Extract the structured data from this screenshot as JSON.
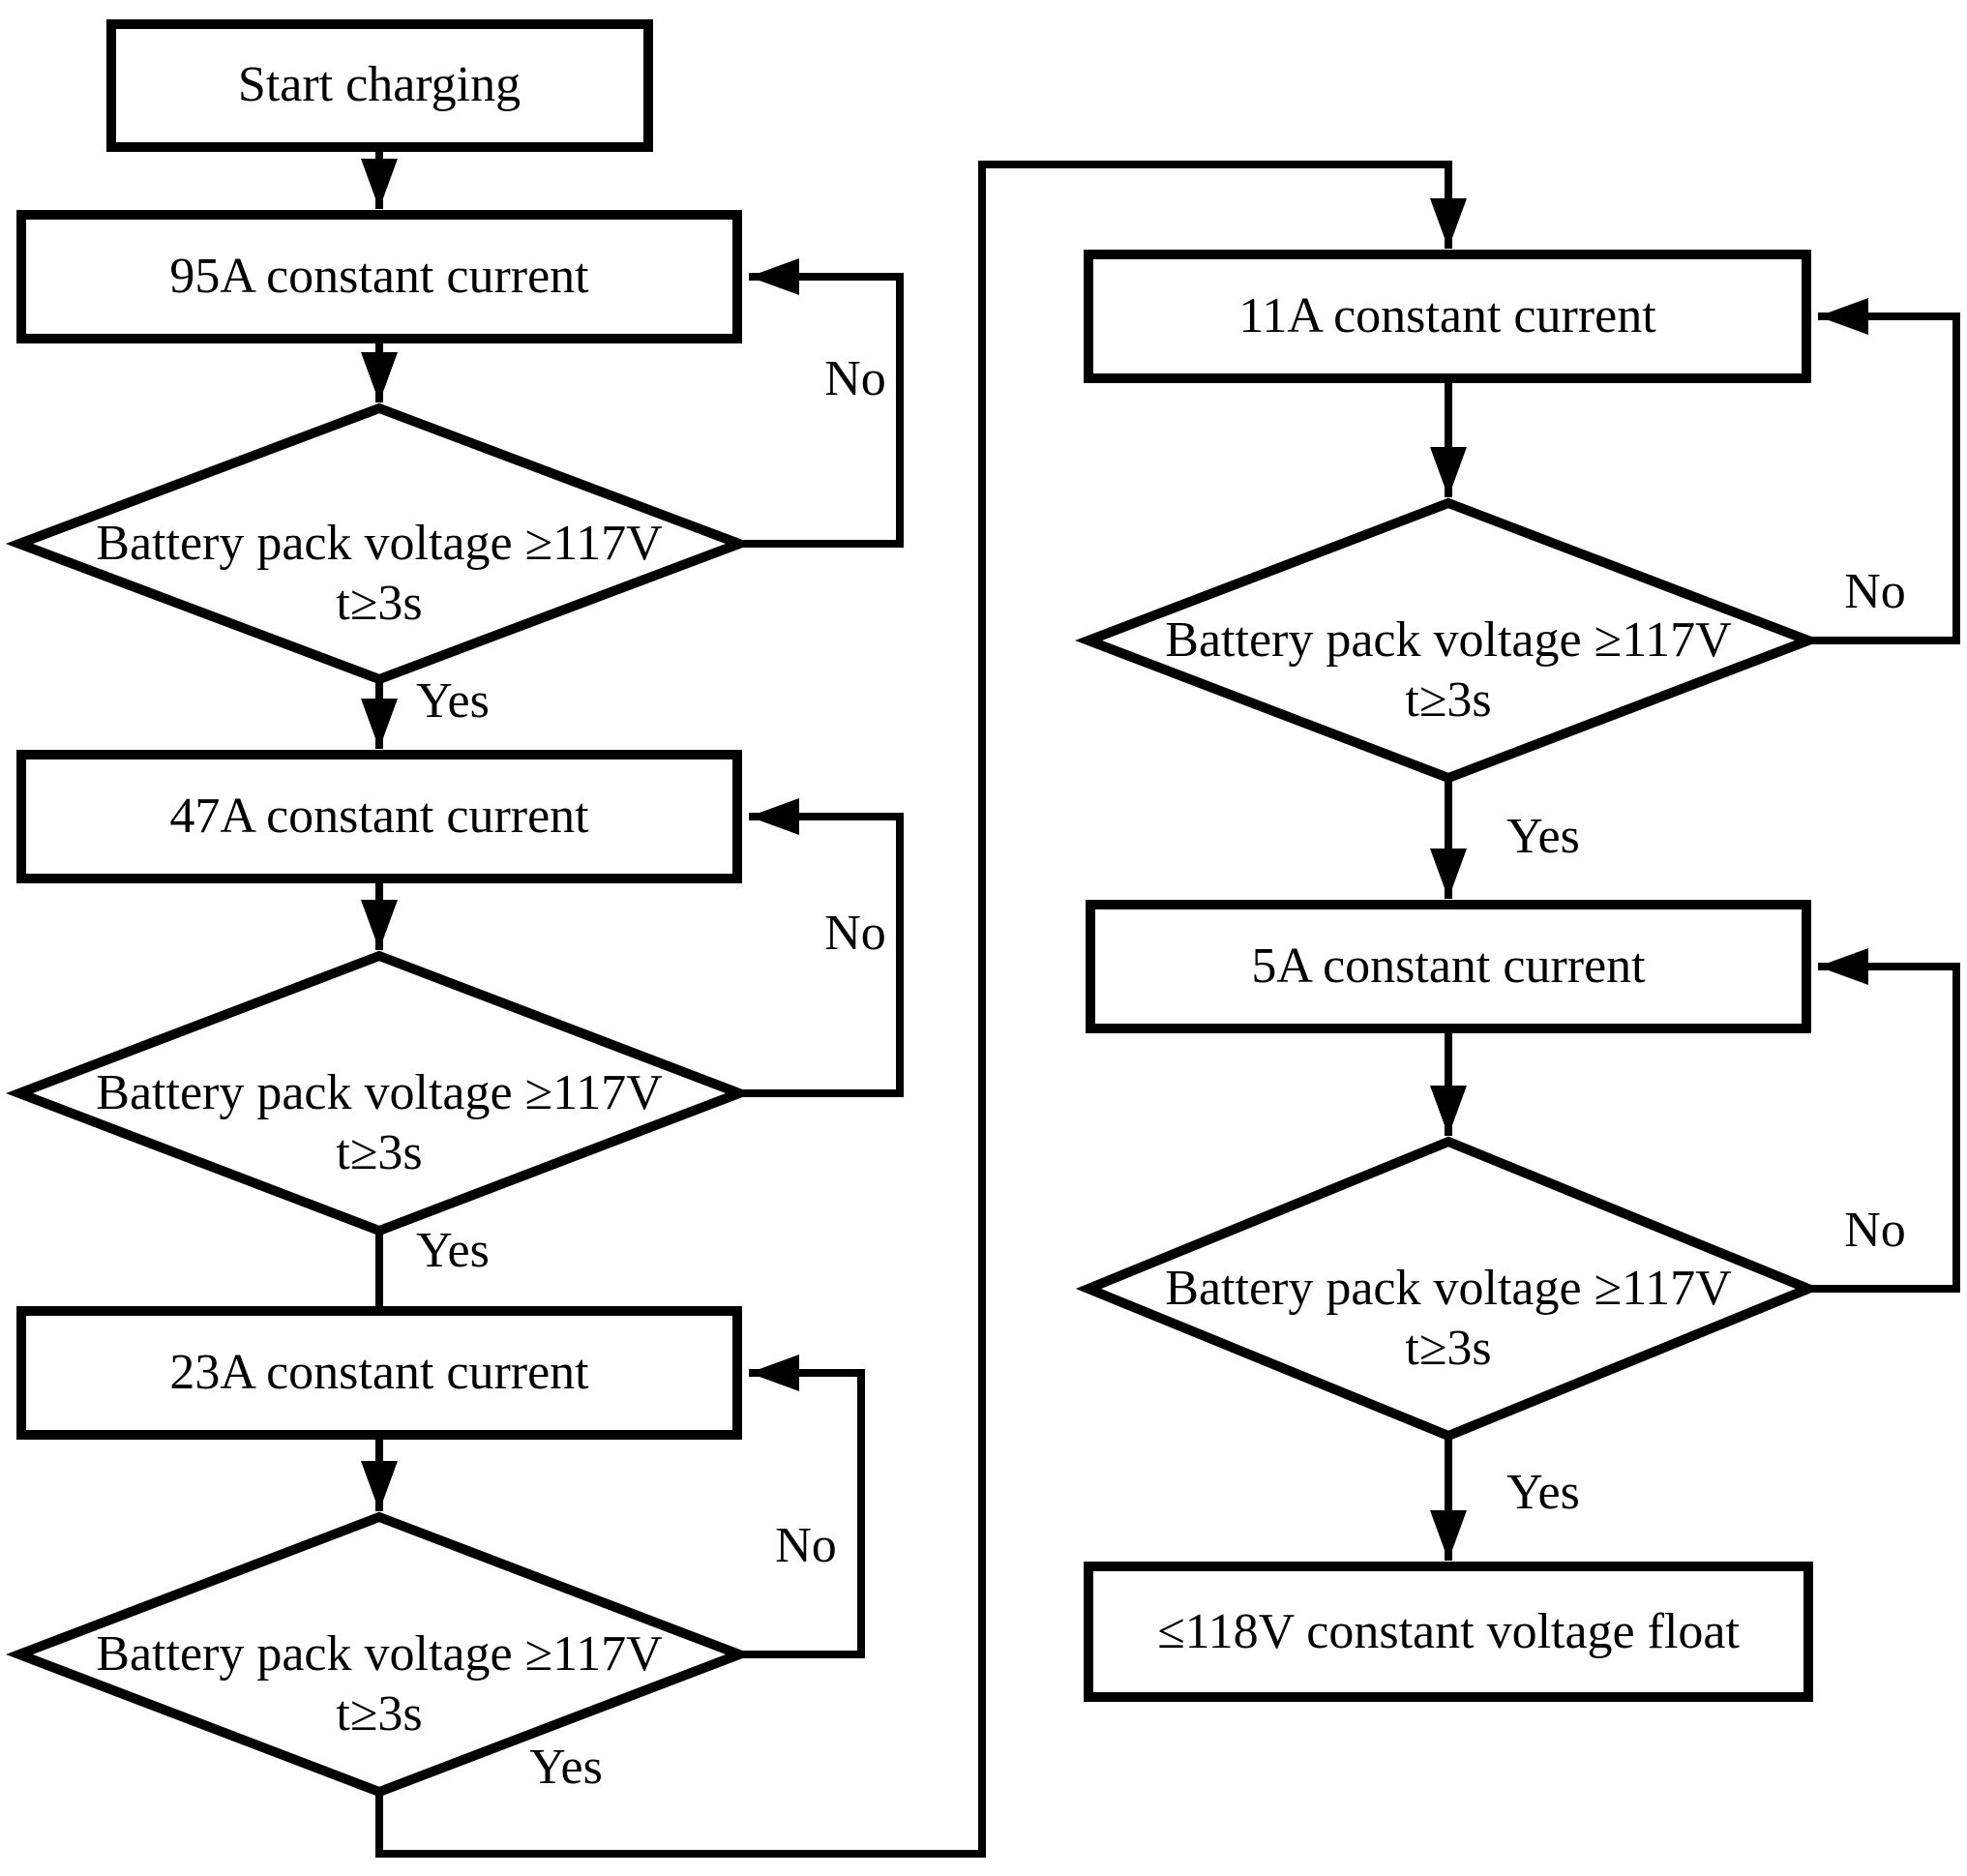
{
  "flowchart": {
    "left": {
      "start": "Start charging",
      "stage1": "95A constant current",
      "check1": {
        "line1": "Battery pack voltage ≥117V",
        "line2": "t≥3s",
        "yes": "Yes",
        "no": "No"
      },
      "stage2": "47A constant current",
      "check2": {
        "line1": "Battery pack voltage ≥117V",
        "line2": "t≥3s",
        "yes": "Yes",
        "no": "No"
      },
      "stage3": "23A constant current",
      "check3": {
        "line1": "Battery pack voltage ≥117V",
        "line2": "t≥3s",
        "yes": "Yes",
        "no": "No"
      }
    },
    "right": {
      "stage4": "11A constant current",
      "check4": {
        "line1": "Battery pack voltage ≥117V",
        "line2": "t≥3s",
        "yes": "Yes",
        "no": "No"
      },
      "stage5": "5A constant current",
      "check5": {
        "line1": "Battery pack voltage ≥117V",
        "line2": "t≥3s",
        "yes": "Yes",
        "no": "No"
      },
      "final": "≤118V constant voltage float"
    }
  }
}
